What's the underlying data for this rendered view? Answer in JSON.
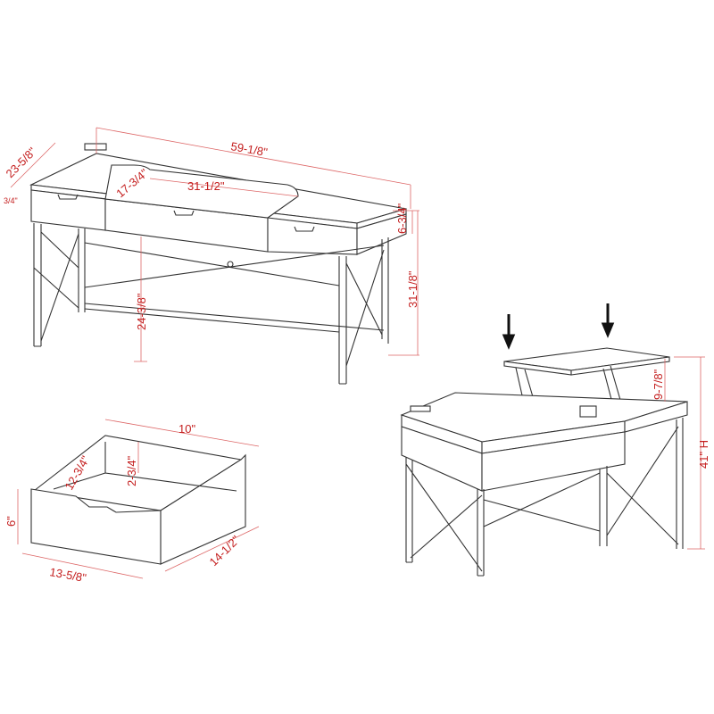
{
  "colors": {
    "dimension": "#c41e1e",
    "line": "#333333",
    "background": "#ffffff"
  },
  "desk": {
    "width": "59-1/8\"",
    "depth": "23-5/8\"",
    "top_thickness": "3/4\"",
    "center_depth": "17-3/4\"",
    "center_width": "31-1/2\"",
    "drawer_height": "6-3/4\"",
    "height": "31-1/8\"",
    "knee_clearance": "24-3/8\""
  },
  "drawer": {
    "inner_width": "10\"",
    "inner_depth": "12-3/4\"",
    "inner_height": "2-3/4\"",
    "height": "6\"",
    "depth": "14-1/2\"",
    "width": "13-5/8\""
  },
  "lift_desk": {
    "lift_height": "9-7/8\"",
    "total_height": "41\" H",
    "icons": [
      "down-arrow-icon",
      "down-arrow-icon"
    ]
  }
}
